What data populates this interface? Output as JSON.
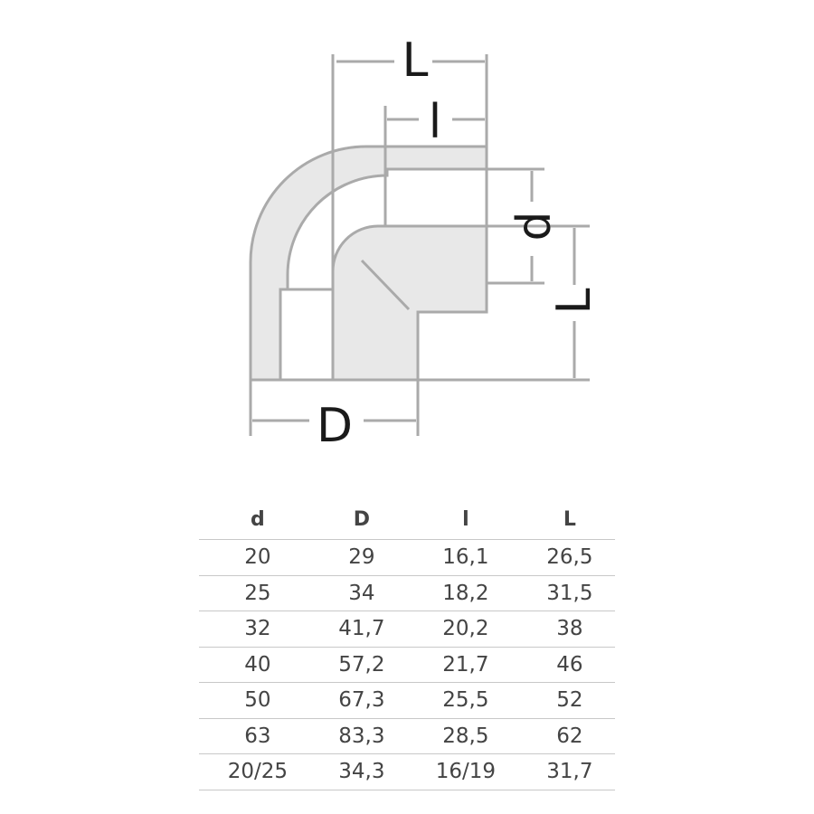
{
  "diagram": {
    "labels": {
      "L_top": "L",
      "l_top": "l",
      "d_right": "d",
      "L_right": "L",
      "D_bottom": "D"
    },
    "colors": {
      "stroke": "#aaaaaa",
      "fill": "#e8e8e8",
      "label": "#1a1a1a"
    }
  },
  "table": {
    "headers": [
      "d",
      "D",
      "l",
      "L"
    ],
    "rows": [
      [
        "20",
        "29",
        "16,1",
        "26,5"
      ],
      [
        "25",
        "34",
        "18,2",
        "31,5"
      ],
      [
        "32",
        "41,7",
        "20,2",
        "38"
      ],
      [
        "40",
        "57,2",
        "21,7",
        "46"
      ],
      [
        "50",
        "67,3",
        "25,5",
        "52"
      ],
      [
        "63",
        "83,3",
        "28,5",
        "62"
      ],
      [
        "20/25",
        "34,3",
        "16/19",
        "31,7"
      ]
    ]
  }
}
